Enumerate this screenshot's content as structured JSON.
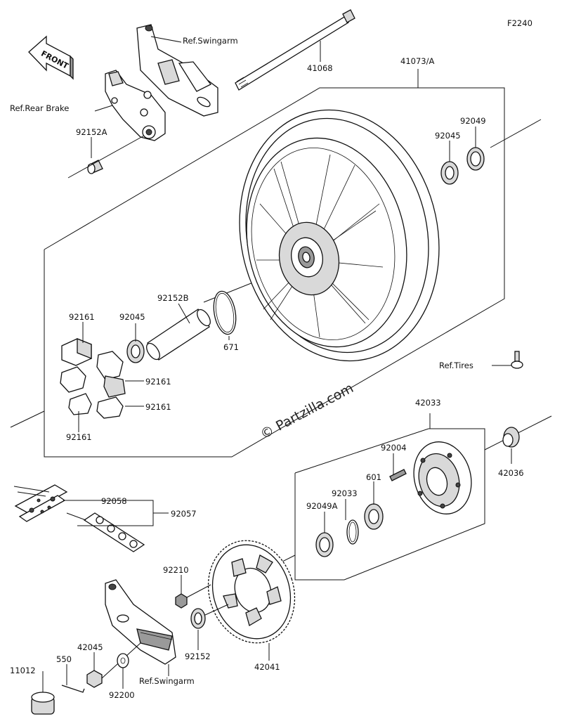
{
  "figure_code": "F2240",
  "front_label": "FRONT",
  "watermark": "© Partzilla.com",
  "labels": {
    "ref_swingarm_top": "Ref.Swingarm",
    "ref_rear_brake": "Ref.Rear Brake",
    "p41068": "41068",
    "p41073a": "41073/A",
    "p92152a": "92152A",
    "p92045_top": "92045",
    "p92049": "92049",
    "p92152b": "92152B",
    "p92161_a": "92161",
    "p92045_left": "92045",
    "p671": "671",
    "p92161_b": "92161",
    "p92161_c": "92161",
    "p92161_d": "92161",
    "ref_tires": "Ref.Tires",
    "p42033": "42033",
    "p92004": "92004",
    "p42036": "42036",
    "p601": "601",
    "p92033": "92033",
    "p92049a": "92049A",
    "p92058": "92058",
    "p92057": "92057",
    "p92210": "92210",
    "p92152": "92152",
    "p42041": "42041",
    "p42045": "42045",
    "p550": "550",
    "p11012": "11012",
    "p92200": "92200",
    "ref_swingarm_bottom": "Ref.Swingarm"
  }
}
